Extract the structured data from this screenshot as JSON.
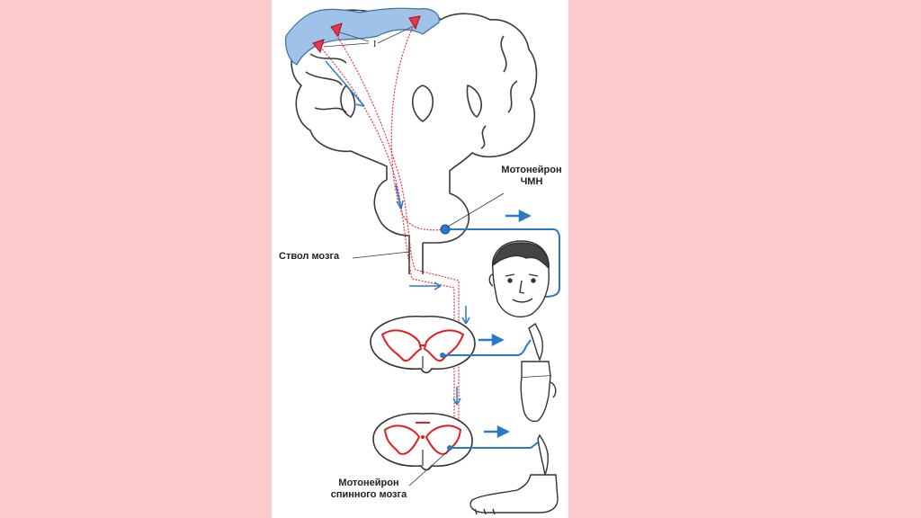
{
  "labels": {
    "pyramidal_marker": "I",
    "cranial_motoneuron": "Мотонейрон\nЧМН",
    "brainstem": "Ствол мозга",
    "spinal_motoneuron": "Мотонейрон\nспинного мозга"
  },
  "colors": {
    "background": "#fbcccb",
    "panel": "#ffffff",
    "motor_pathway": "#e23a4a",
    "efferent_arrow": "#2a79c9",
    "outline": "#3a3a3a",
    "gray_matter": "#e02020"
  }
}
